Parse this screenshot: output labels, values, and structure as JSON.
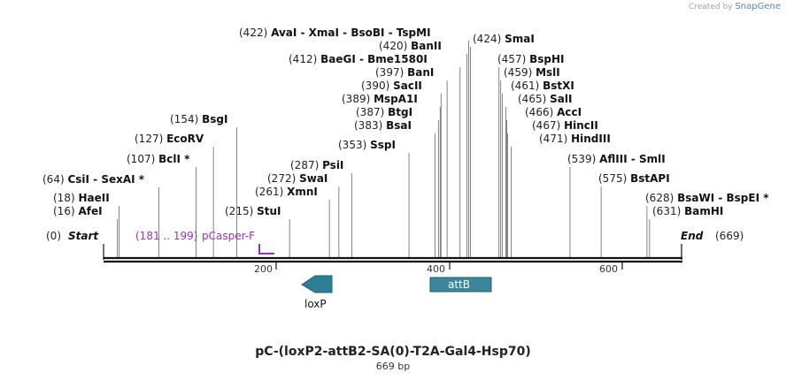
{
  "credit": {
    "prefix": "Created by",
    "brand": "SnapGene"
  },
  "title": "pC-(loxP2-attB2-SA(0)-T2A-Gal4-Hsp70)",
  "size_label": "669 bp",
  "sequence_length": 669,
  "start_label": "Start",
  "end_label": "End",
  "start_pos": "(0)",
  "end_pos": "(669)",
  "ruler_ticks": [
    "200",
    "400",
    "600"
  ],
  "enzymes": [
    {
      "pos": "(16)",
      "name": "AfeI",
      "site": 16
    },
    {
      "pos": "(18)",
      "name": "HaeII",
      "site": 18
    },
    {
      "pos": "(64)",
      "name": "CsiI - SexAI *",
      "site": 64
    },
    {
      "pos": "(107)",
      "name": "BclI *",
      "site": 107
    },
    {
      "pos": "(127)",
      "name": "EcoRV",
      "site": 127
    },
    {
      "pos": "(154)",
      "name": "BsgI",
      "site": 154
    },
    {
      "pos": "(215)",
      "name": "StuI",
      "site": 215
    },
    {
      "pos": "(261)",
      "name": "XmnI",
      "site": 261
    },
    {
      "pos": "(272)",
      "name": "SwaI",
      "site": 272
    },
    {
      "pos": "(287)",
      "name": "PsiI",
      "site": 287
    },
    {
      "pos": "(353)",
      "name": "SspI",
      "site": 353
    },
    {
      "pos": "(383)",
      "name": "BsaI",
      "site": 383
    },
    {
      "pos": "(387)",
      "name": "BtgI",
      "site": 387
    },
    {
      "pos": "(389)",
      "name": "MspA1I",
      "site": 389
    },
    {
      "pos": "(390)",
      "name": "SacII",
      "site": 390
    },
    {
      "pos": "(397)",
      "name": "BanI",
      "site": 397
    },
    {
      "pos": "(412)",
      "name": "BaeGI - Bme1580I",
      "site": 412
    },
    {
      "pos": "(420)",
      "name": "BanII",
      "site": 420
    },
    {
      "pos": "(422)",
      "name": "AvaI - XmaI - BsoBI - TspMI",
      "site": 422
    },
    {
      "pos": "(424)",
      "name": "SmaI",
      "site": 424
    },
    {
      "pos": "(457)",
      "name": "BspHI",
      "site": 457
    },
    {
      "pos": "(459)",
      "name": "MslI",
      "site": 459
    },
    {
      "pos": "(461)",
      "name": "BstXI",
      "site": 461
    },
    {
      "pos": "(465)",
      "name": "SalI",
      "site": 465
    },
    {
      "pos": "(466)",
      "name": "AccI",
      "site": 466
    },
    {
      "pos": "(467)",
      "name": "HincII",
      "site": 467
    },
    {
      "pos": "(471)",
      "name": "HindIII",
      "site": 471
    },
    {
      "pos": "(539)",
      "name": "AflIII - SmlI",
      "site": 539
    },
    {
      "pos": "(575)",
      "name": "BstAPI",
      "site": 575
    },
    {
      "pos": "(628)",
      "name": "BsaWI - BspEI *",
      "site": 628
    },
    {
      "pos": "(631)",
      "name": "BamHI",
      "site": 631
    }
  ],
  "primer": {
    "range": "(181 .. 199)",
    "name": "pCasper-F",
    "start": 181,
    "end": 199
  },
  "features": [
    {
      "name": "loxP",
      "start": 228,
      "end": 262,
      "direction": "reverse",
      "color": "#2e7f96"
    },
    {
      "name": "attB",
      "start": 375,
      "end": 446,
      "direction": "none",
      "color": "#3a8799"
    }
  ]
}
